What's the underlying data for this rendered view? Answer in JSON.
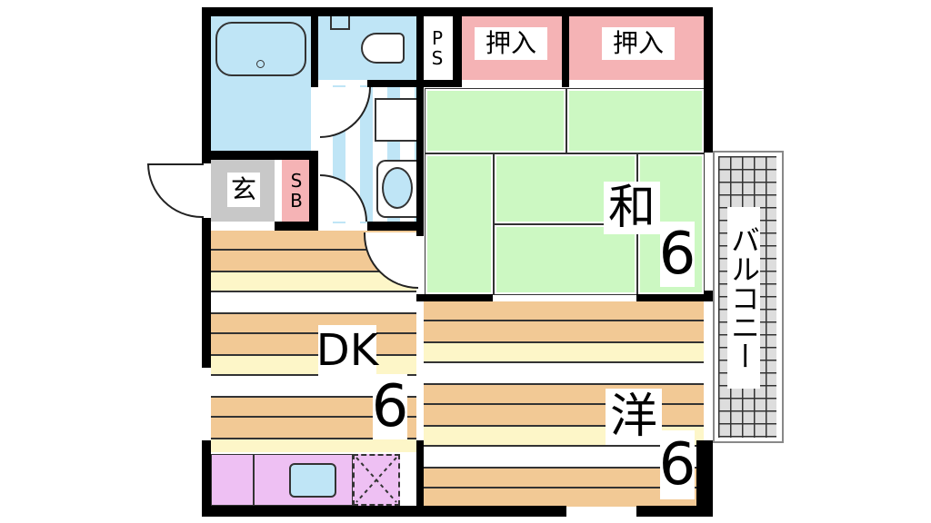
{
  "floorplan": {
    "rooms": {
      "dk": {
        "label": "DK",
        "size": "6"
      },
      "washitsu": {
        "label": "和",
        "size": "6"
      },
      "yoshitsu": {
        "label": "洋",
        "size": "6"
      },
      "entrance": {
        "label": "玄"
      },
      "shoebox": {
        "label": "SB"
      },
      "pipe_space": {
        "label": "PS"
      },
      "closet_1": {
        "label": "押入"
      },
      "closet_2": {
        "label": "押入"
      },
      "balcony": {
        "label": "バルコニー"
      }
    },
    "colors": {
      "wall": "#000000",
      "wood_floor_dark": "#f2c995",
      "wood_floor_light": "#fdf6c8",
      "tatami": "#ccf8c2",
      "closet": "#f5b3b5",
      "wet_area": "#bfe5f6",
      "entrance_floor": "#c8c8c8",
      "kitchen": "#eec0f3",
      "balcony_grid": "#cccccc"
    }
  }
}
